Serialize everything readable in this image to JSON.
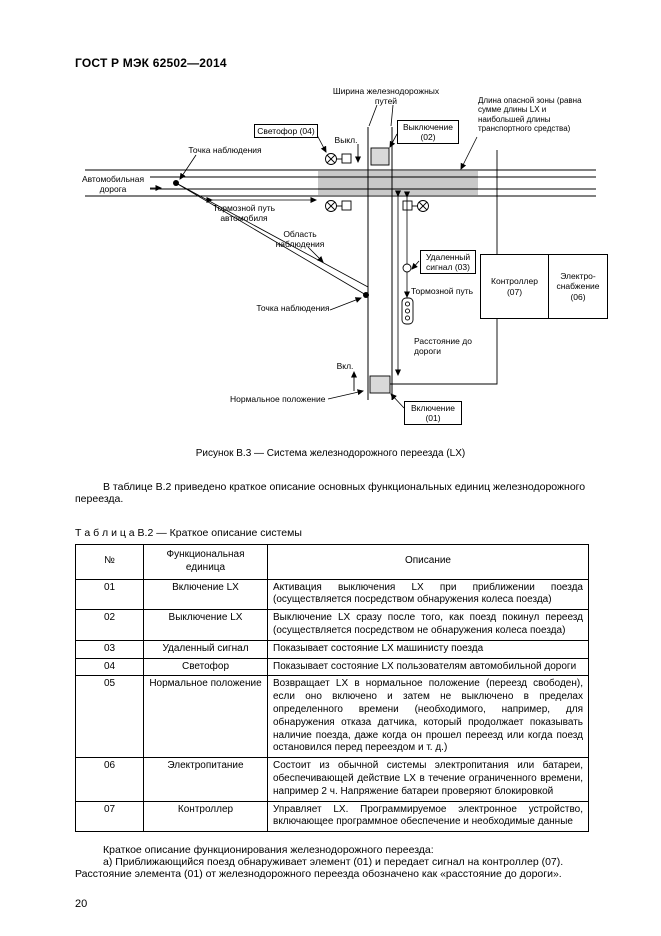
{
  "header": {
    "doc_code": "ГОСТ Р МЭК  62502—2014"
  },
  "figure": {
    "caption": "Рисунок В.3 — Система железнодорожного переезда (LX)",
    "labels": {
      "track_width": "Ширина железнодорожных путей",
      "traffic_light_callout": "Светофор (04)",
      "off_short": "Выкл.",
      "switch_off_callout": "Выключение (02)",
      "danger_zone": "Длина опасной зоны (равна сумме длины LX и наибольшей длины транспортного средства)",
      "observation_point_top": "Точка наблюдения",
      "road": "Автомобильная дорога",
      "car_braking_distance": "Тормозной путь автомобиля",
      "observation_area": "Область наблюдения",
      "remote_signal_callout": "Удаленный сигнал (03)",
      "train_braking_distance": "Тормозной путь",
      "observation_point_bottom": "Точка наблюдения",
      "controller_box": "Контроллер (07)",
      "power_supply_box": "Электро-снабжение (06)",
      "distance_to_road": "Расстояние до дороги",
      "on_short": "Вкл.",
      "normal_position": "Нормальное положение",
      "switch_on_callout": "Включение (01)"
    }
  },
  "intro": "В таблице В.2 приведено краткое описание основных функциональных единиц железнодорожного переезда.",
  "table": {
    "title": "Т а б л и ц а  В.2 — Краткое описание системы",
    "headers": [
      "№",
      "Функциональная единица",
      "Описание"
    ],
    "rows": [
      {
        "num": "01",
        "unit": "Включение LX",
        "desc": "Активация выключения LX при приближении поезда (осуществляется посредством обнаружения колеса поезда)"
      },
      {
        "num": "02",
        "unit": "Выключение LX",
        "desc": "Выключение LX сразу после того, как поезд покинул переезд (осуществляется посредством не обнаружения колеса поезда)"
      },
      {
        "num": "03",
        "unit": "Удаленный сигнал",
        "desc": "Показывает состояние LX машинисту поезда"
      },
      {
        "num": "04",
        "unit": "Светофор",
        "desc": "Показывает состояние LX пользователям автомобильной дороги"
      },
      {
        "num": "05",
        "unit": "Нормальное положение",
        "desc": "Возвращает LX в нормальное положение (переезд свободен), если оно включено и затем не выключено в пределах определенного времени (необходимого, например, для обнаружения отказа датчика, который продолжает показывать наличие поезда, даже когда он прошел переезд или когда поезд остановился перед переездом и т. д.)"
      },
      {
        "num": "06",
        "unit": "Электропитание",
        "desc": "Состоит из обычной системы электропитания или батареи, обеспечивающей действие LX в течение ограниченного времени, например 2 ч. Напряжение батареи проверяют блокировкой"
      },
      {
        "num": "07",
        "unit": "Контроллер",
        "desc": "Управляет LX. Программируемое электронное устройство, включающее программное обеспечение и необходимые данные"
      }
    ]
  },
  "notes": {
    "line1": "Краткое описание функционирования железнодорожного переезда:",
    "line2": "а) Приближающийся поезд обнаруживает элемент (01) и передает сигнал на контроллер (07). Расстояние элемента (01) от железнодорожного переезда обозначено как «расстояние до дороги»."
  },
  "page_number": "20"
}
